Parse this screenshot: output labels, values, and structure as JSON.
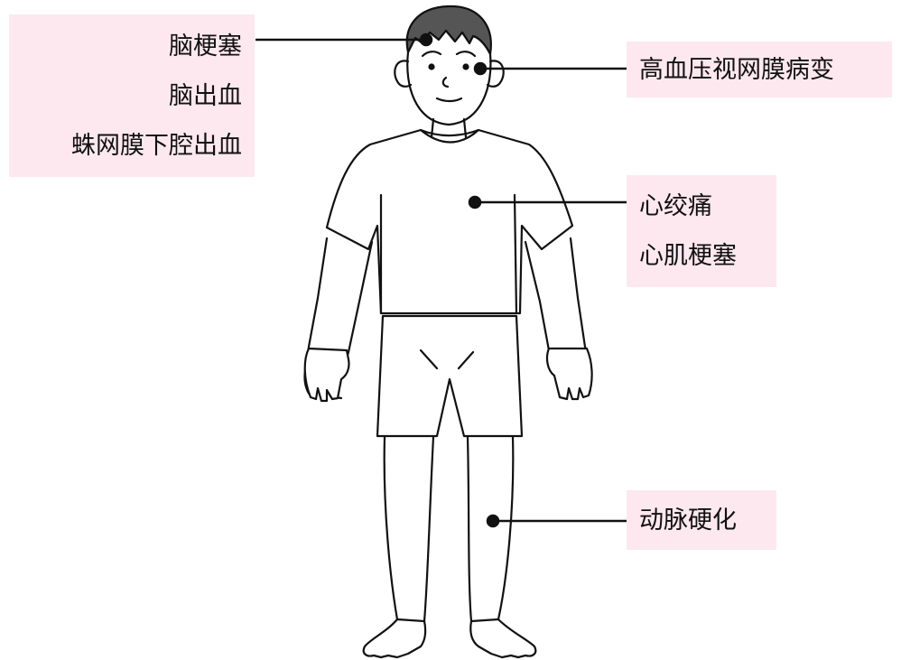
{
  "labels": {
    "brain": [
      "脑梗塞",
      "脑出血",
      "蛛网膜下腔出血"
    ],
    "eye": "高血压视网膜病变",
    "heart": [
      "心绞痛",
      "心肌梗塞"
    ],
    "artery": "动脉硬化"
  },
  "colors": {
    "label_bg": "#fde8ef",
    "line": "#111111",
    "hair": "#555555"
  }
}
